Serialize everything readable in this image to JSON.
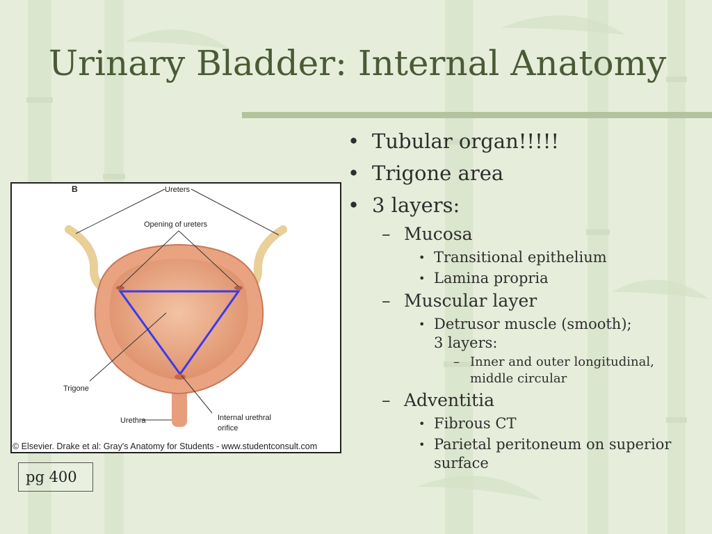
{
  "slide": {
    "title": "Urinary Bladder: Internal Anatomy",
    "page_ref": "pg 400"
  },
  "bullets": [
    {
      "level": 1,
      "text": "Tubular organ!!!!!"
    },
    {
      "level": 1,
      "text": "Trigone area"
    },
    {
      "level": 1,
      "text": "3 layers:"
    },
    {
      "level": 2,
      "text": "Mucosa"
    },
    {
      "level": 3,
      "text": "Transitional epithelium"
    },
    {
      "level": 3,
      "text": "Lamina propria"
    },
    {
      "level": 2,
      "text": "Muscular layer"
    },
    {
      "level": 3,
      "lines": [
        "Detrusor muscle (smooth);",
        "3 layers:"
      ]
    },
    {
      "level": 4,
      "lines": [
        "Inner and outer longitudinal,",
        "middle circular"
      ]
    },
    {
      "level": 2,
      "text": "Adventitia"
    },
    {
      "level": 3,
      "text": "Fibrous CT"
    },
    {
      "level": 3,
      "lines": [
        "Parietal peritoneum on superior",
        "surface"
      ]
    }
  ],
  "figure": {
    "panel_letter": "B",
    "labels": {
      "ureters": "Ureters",
      "opening_of_ureters": "Opening of ureters",
      "trigone": "Trigone",
      "urethra": "Urethra",
      "internal_urethral_orifice_line1": "Internal urethral",
      "internal_urethral_orifice_line2": "orifice"
    },
    "caption": "© Elsevier. Drake et al: Gray's Anatomy for Students - www.studentconsult.com",
    "trigone_outline_color": "#3a3aee",
    "tissue_color": "#e9a381"
  },
  "theme": {
    "background": "#e6eedb",
    "title_color": "#4a5a36",
    "accent_rule": "#b3c39c"
  }
}
